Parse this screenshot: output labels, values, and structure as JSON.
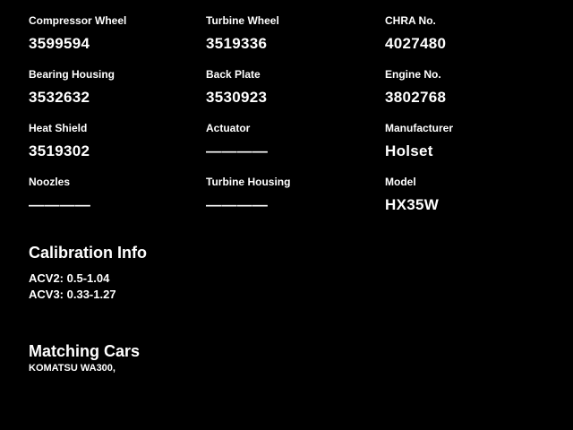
{
  "fields": [
    {
      "label": "Compressor Wheel",
      "value": "3599594"
    },
    {
      "label": "Turbine Wheel",
      "value": "3519336"
    },
    {
      "label": "CHRA No.",
      "value": "4027480"
    },
    {
      "label": "Bearing Housing",
      "value": "3532632"
    },
    {
      "label": "Back Plate",
      "value": "3530923"
    },
    {
      "label": "Engine No.",
      "value": "3802768"
    },
    {
      "label": "Heat Shield",
      "value": "3519302"
    },
    {
      "label": "Actuator",
      "value": "————"
    },
    {
      "label": "Manufacturer",
      "value": "Holset"
    },
    {
      "label": "Noozles",
      "value": "————"
    },
    {
      "label": "Turbine Housing",
      "value": "————"
    },
    {
      "label": "Model",
      "value": "HX35W"
    }
  ],
  "calibration": {
    "title": "Calibration Info",
    "lines": [
      "ACV2: 0.5-1.04",
      "ACV3: 0.33-1.27"
    ]
  },
  "matching": {
    "title": "Matching Cars",
    "text": "KOMATSU WA300,"
  },
  "colors": {
    "background": "#000000",
    "text": "#ffffff"
  }
}
